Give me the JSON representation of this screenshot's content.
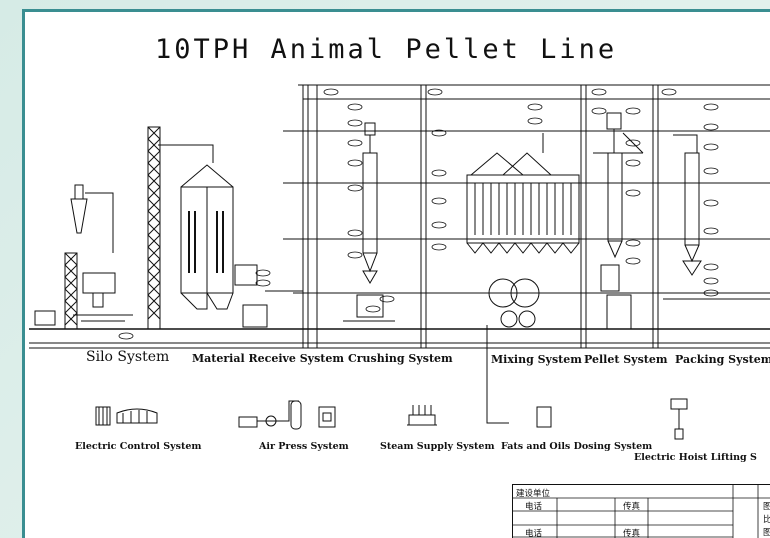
{
  "title": "10TPH Animal Pellet Line",
  "systems": {
    "silo": "Silo System",
    "material_receive": "Material Receive System",
    "crushing": "Crushing System",
    "mixing": "Mixing System",
    "pellet": "Pellet System",
    "packing": "Packing System"
  },
  "auxiliary": {
    "electric_control": "Electric Control System",
    "air_press": "Air Press System",
    "steam_supply": "Steam Supply System",
    "fats_oils": "Fats and Oils Dosing System",
    "hoist": "Electric Hoist Lifting S"
  },
  "title_block": {
    "builder": "建设单位",
    "phone_1": "电话",
    "fax_1": "传真",
    "phone_2": "电话",
    "fax_2": "传真",
    "tag_1": "图",
    "tag_2": "比",
    "tag_3": "图"
  }
}
